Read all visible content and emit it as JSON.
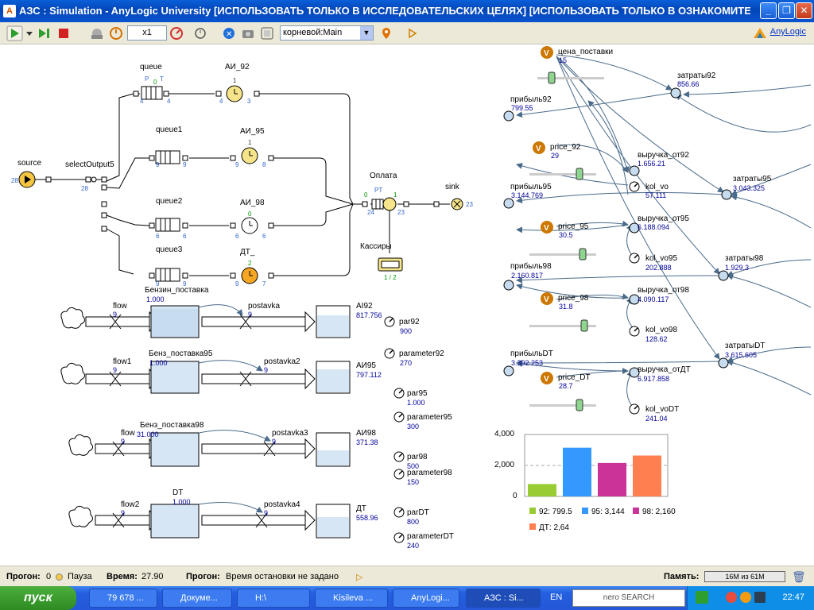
{
  "window": {
    "title": "АЗС : Simulation - AnyLogic University  [ИСПОЛЬЗОВАТЬ ТОЛЬКО В ИССЛЕДОВАТЕЛЬСКИХ ЦЕЛЯХ]  [ИСПОЛЬЗОВАТЬ ТОЛЬКО В ОЗНАКОМИТЕЛЬН...",
    "minimize": "_",
    "maximize": "❐",
    "close": "✕"
  },
  "toolbar": {
    "speed": "x1",
    "agent_select": "корневой:Main",
    "brand": "AnyLogic"
  },
  "flowchart": {
    "source": {
      "label": "source",
      "count": "28"
    },
    "select": {
      "label": "selectOutput5",
      "count": "28"
    },
    "queue": {
      "label": "queue",
      "in": "4",
      "out": "4",
      "p": "P",
      "zero": "0",
      "t": "T"
    },
    "queue1": {
      "label": "queue1",
      "in": "9",
      "out": "9"
    },
    "queue2": {
      "label": "queue2",
      "in": "6",
      "out": "6"
    },
    "queue3": {
      "label": "queue3",
      "in": "9",
      "out": "9"
    },
    "ai92": {
      "label": "АИ_92",
      "count": "1",
      "in": "4",
      "out": "3"
    },
    "ai95": {
      "label": "АИ_95",
      "count": "1",
      "in": "9",
      "out": "8"
    },
    "ai98": {
      "label": "АИ_98",
      "count": "0",
      "in": "6",
      "out": "6"
    },
    "dt": {
      "label": "ДТ_",
      "count": "2",
      "in": "9",
      "out": "7"
    },
    "pay": {
      "label": "Оплата",
      "in": "24",
      "out": "23",
      "cnt": "1",
      "zero": "0",
      "pt": "PT"
    },
    "sink": {
      "label": "sink",
      "count": "23"
    },
    "cashiers": {
      "label": "Кассиры",
      "value": "1 / 2"
    }
  },
  "stocks": [
    {
      "stock": "Бензин_поставка",
      "stock_val": "1.000",
      "flow": "flow",
      "flow_val": "9",
      "post": "postavka",
      "post_val": "9",
      "tank": "AI92",
      "tank_val": "817.756"
    },
    {
      "stock": "Бенз_поставка95",
      "stock_val": "1.000",
      "flow": "flow1",
      "flow_val": "9",
      "post": "postavka2",
      "post_val": "9",
      "tank": "АИ95",
      "tank_val": "797.112"
    },
    {
      "stock": "Бенз_поставка98",
      "stock_val": "31.000",
      "flow": "flow",
      "flow_val": "9",
      "post": "postavka3",
      "post_val": "9",
      "tank": "АИ98",
      "tank_val": "371.38"
    },
    {
      "stock": "DT",
      "stock_val": "1.000",
      "flow": "flow2",
      "flow_val": "9",
      "post": "postavka4",
      "post_val": "9",
      "tank": "ДТ",
      "tank_val": "558.96"
    }
  ],
  "params": [
    {
      "name": "par92",
      "val": "900"
    },
    {
      "name": "parameter92",
      "val": "270"
    },
    {
      "name": "par95",
      "val": "1.000"
    },
    {
      "name": "parameter95",
      "val": "300"
    },
    {
      "name": "par98",
      "val": "500"
    },
    {
      "name": "parameter98",
      "val": "150"
    },
    {
      "name": "parDT",
      "val": "800"
    },
    {
      "name": "parameterDT",
      "val": "240"
    }
  ],
  "sd": {
    "cena": {
      "name": "цена_поставки",
      "val": "15"
    },
    "zatr92": {
      "name": "затраты92",
      "val": "856.66"
    },
    "prib92": {
      "name": "прибыль92",
      "val": "799.55"
    },
    "price92": {
      "name": "price_92",
      "val": "29"
    },
    "vyr92": {
      "name": "выручка_от92",
      "val": "1.656.21"
    },
    "kol": {
      "name": "kol_vo",
      "val": "57.111"
    },
    "zatr95": {
      "name": "затраты95",
      "val": "3.043.325"
    },
    "prib95": {
      "name": "прибыль95",
      "val": "3.144.769"
    },
    "vyr95": {
      "name": "выручка_от95",
      "val": "6.188.094"
    },
    "price95": {
      "name": "price_95",
      "val": "30.5"
    },
    "kol95": {
      "name": "kol_vo95",
      "val": "202.888"
    },
    "zatr98": {
      "name": "затраты98",
      "val": "1.929.3"
    },
    "prib98": {
      "name": "прибыль98",
      "val": "2.160.817"
    },
    "vyr98": {
      "name": "выручка_от98",
      "val": "4.090.117"
    },
    "price98": {
      "name": "price_98",
      "val": "31.8"
    },
    "kol98": {
      "name": "kol_vo98",
      "val": "128.62"
    },
    "zatrdt": {
      "name": "затратыDT",
      "val": "3.615.605"
    },
    "pribdt": {
      "name": "прибыльDT",
      "val": "3.302.253"
    },
    "vyrdt": {
      "name": "выручка_отДТ",
      "val": "6.917.858"
    },
    "pricedt": {
      "name": "price_DT",
      "val": "28.7"
    },
    "koldt": {
      "name": "kol_voDT",
      "val": "241.04"
    }
  },
  "chart_data": {
    "type": "bar",
    "categories": [
      "92",
      "95",
      "98",
      "ДТ"
    ],
    "values": [
      799.5,
      3144.8,
      2160.8,
      2640
    ],
    "colors": [
      "#99cc33",
      "#3399ff",
      "#cc3399",
      "#ff7f50"
    ],
    "yticks": [
      "4,000",
      "2,000",
      "0"
    ],
    "ylim": [
      0,
      4000
    ],
    "legend": [
      "92: 799.5",
      "95: 3,144",
      "98: 2,160",
      "ДТ: 2,64"
    ]
  },
  "status": {
    "run_label": "Прогон:",
    "run_val": "0",
    "state": "Пауза",
    "time_label": "Время:",
    "time_val": "27.90",
    "stop_label": "Прогон:",
    "stop_val": "Время остановки не задано",
    "mem_label": "Память:",
    "mem_val": "16M из 61M"
  },
  "taskbar": {
    "start": "пуск",
    "tasks": [
      "79 678 ...",
      "Докуме...",
      "H:\\",
      "Kisileva ...",
      "AnyLogi...",
      "АЗС : Si..."
    ],
    "lang": "EN",
    "search": "nero SEARCH",
    "clock": "22:47"
  }
}
